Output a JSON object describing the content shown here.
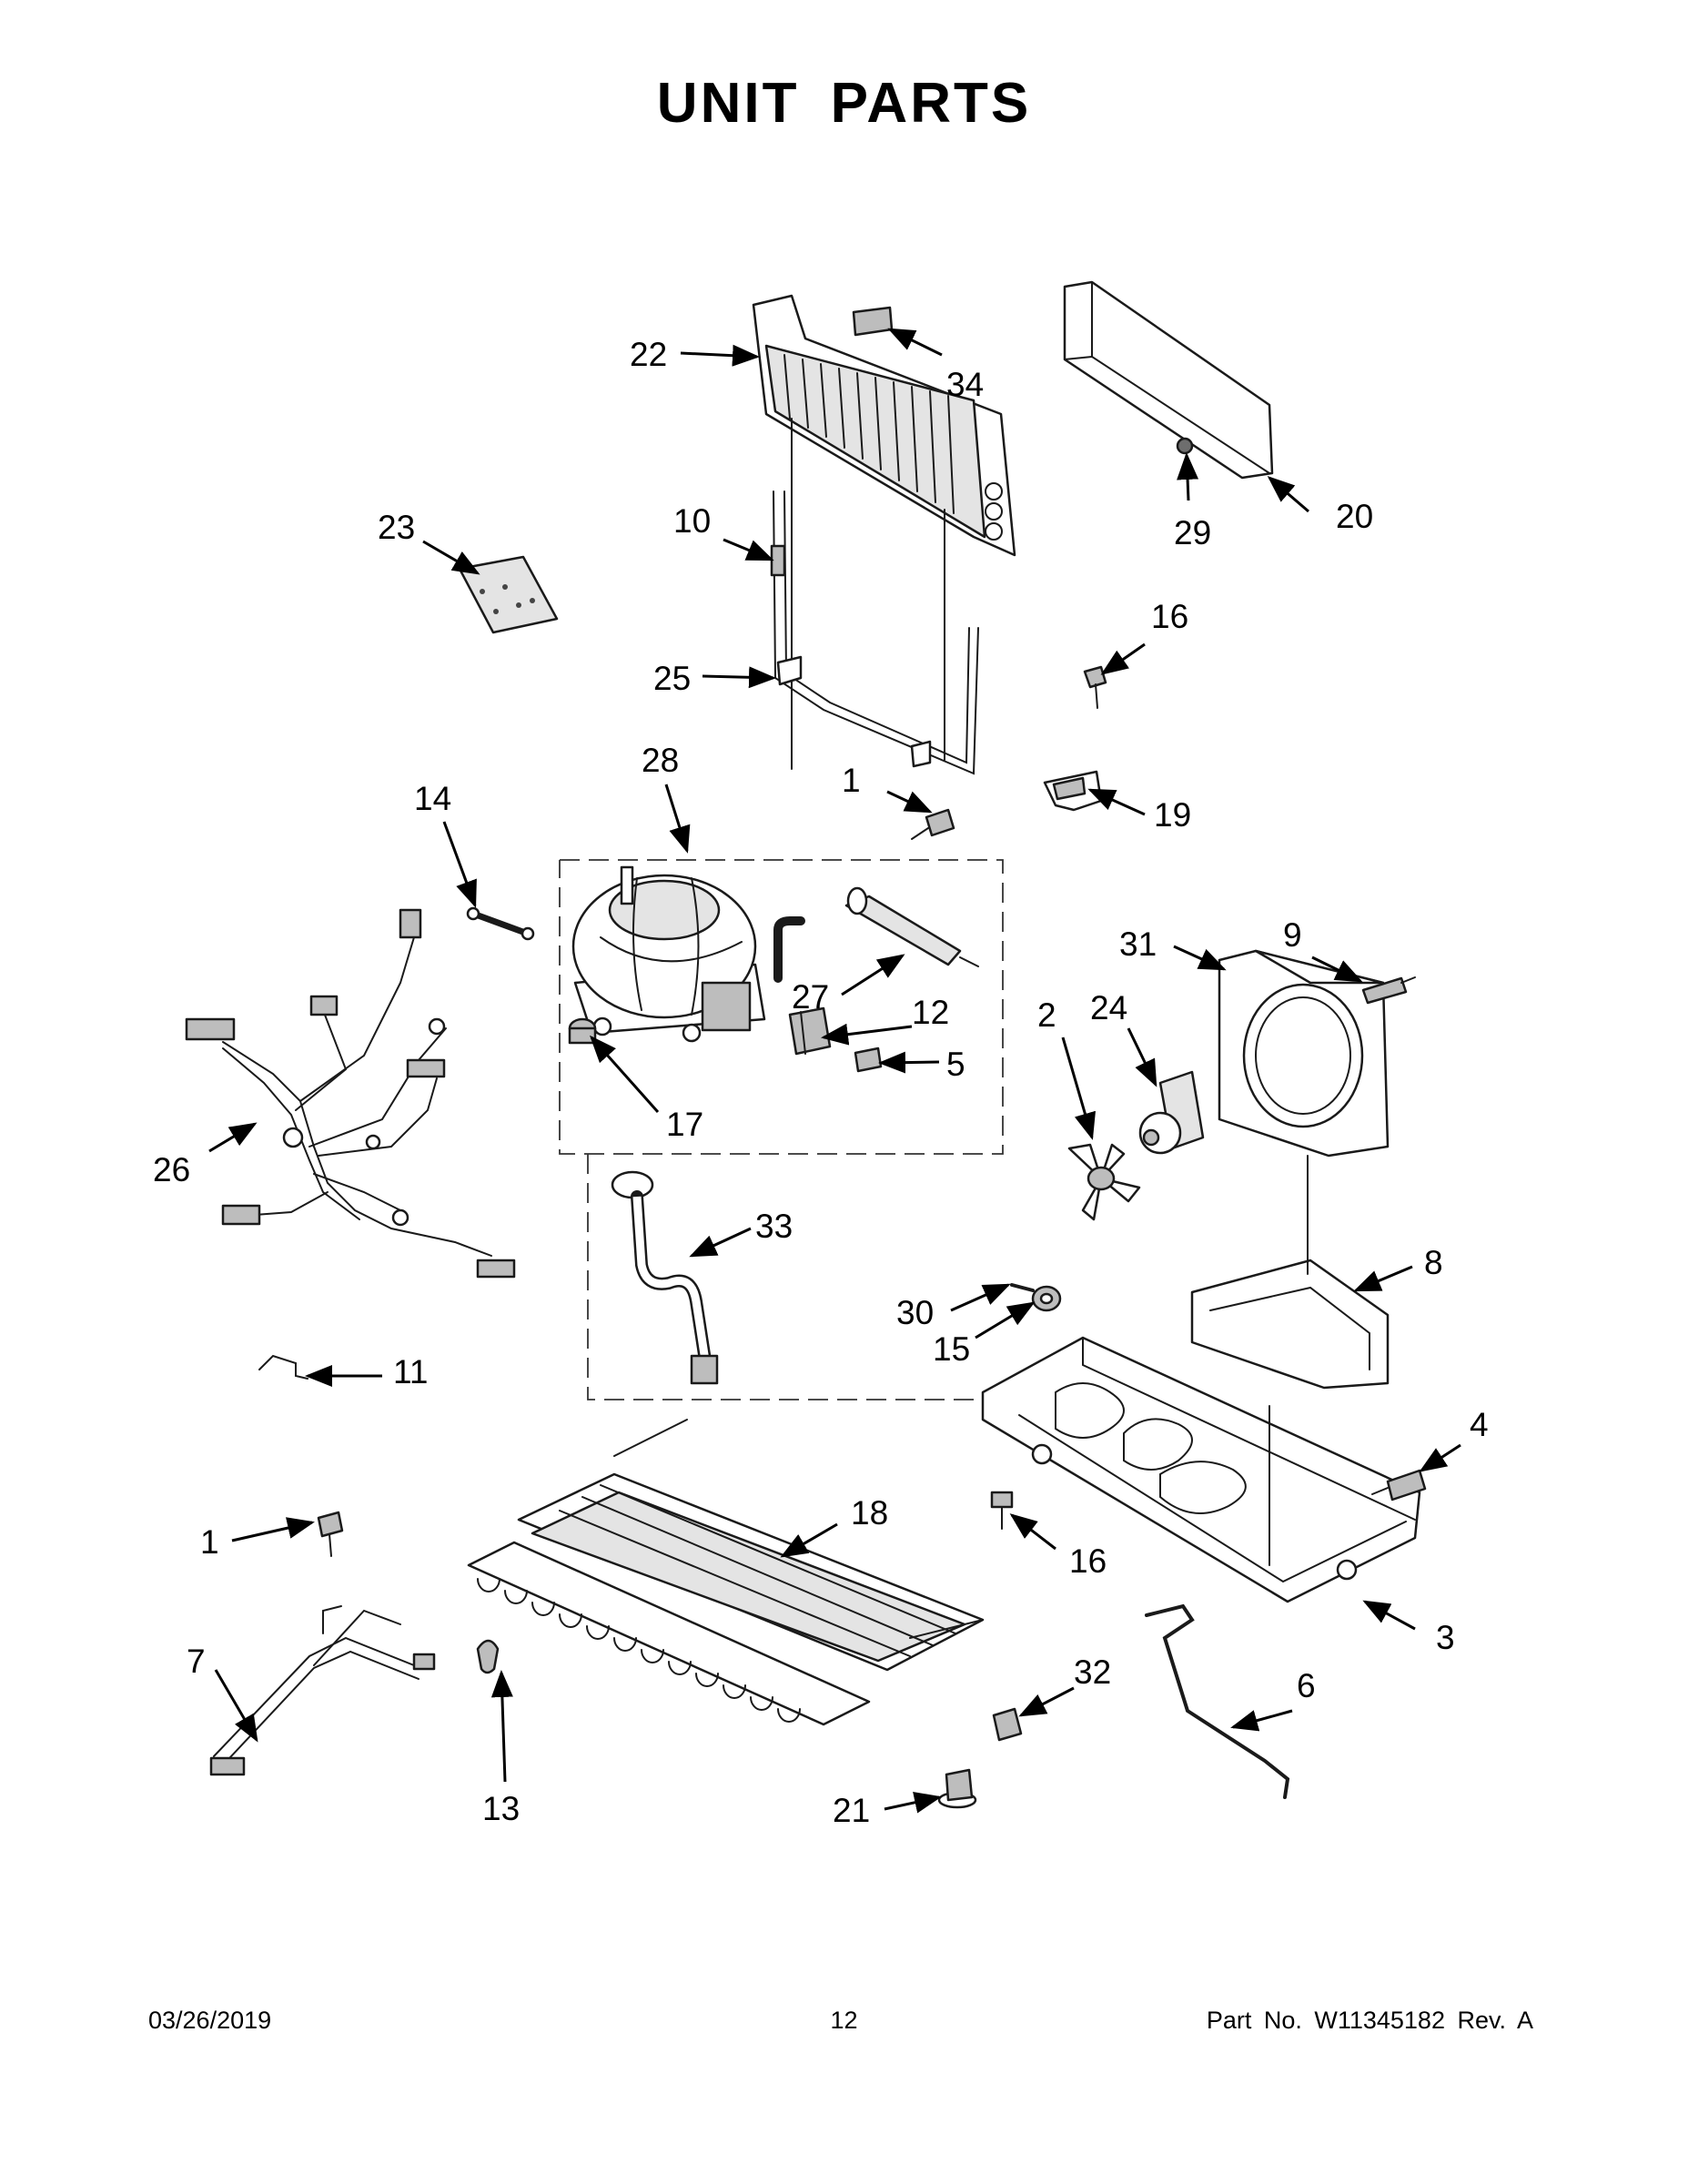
{
  "title": "UNIT PARTS",
  "footer": {
    "date": "03/26/2019",
    "page_number": "12",
    "part_number": "Part No.  W11345182  Rev.  A"
  },
  "callouts": [
    "1",
    "2",
    "3",
    "4",
    "5",
    "6",
    "7",
    "8",
    "9",
    "10",
    "11",
    "12",
    "13",
    "14",
    "15",
    "16",
    "17",
    "18",
    "19",
    "20",
    "21",
    "22",
    "23",
    "24",
    "25",
    "26",
    "27",
    "28",
    "29",
    "30",
    "31",
    "32",
    "33",
    "34"
  ]
}
